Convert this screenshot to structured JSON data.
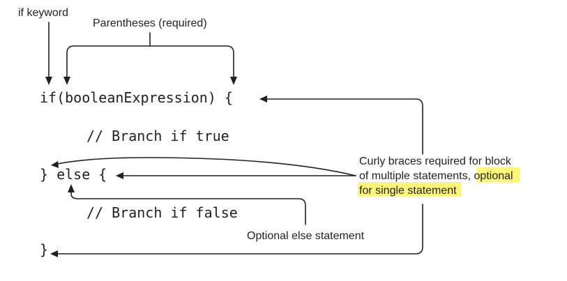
{
  "annotations": {
    "if_keyword": "if keyword",
    "parentheses": "Parentheses (required)",
    "curly_line1": "Curly braces required for block",
    "curly_line2_plain": "of multiple statements,",
    "curly_line2_highlight": "optional",
    "curly_line3_highlight": "for single statement",
    "optional_else": "Optional else statement"
  },
  "code": {
    "line_if": "if(booleanExpression) {",
    "line_true": "// Branch if true",
    "line_else": "} else {",
    "line_false": "// Branch if false",
    "line_close": "}"
  },
  "colors": {
    "ink": "#231f20",
    "highlight": "#fbf67a"
  }
}
